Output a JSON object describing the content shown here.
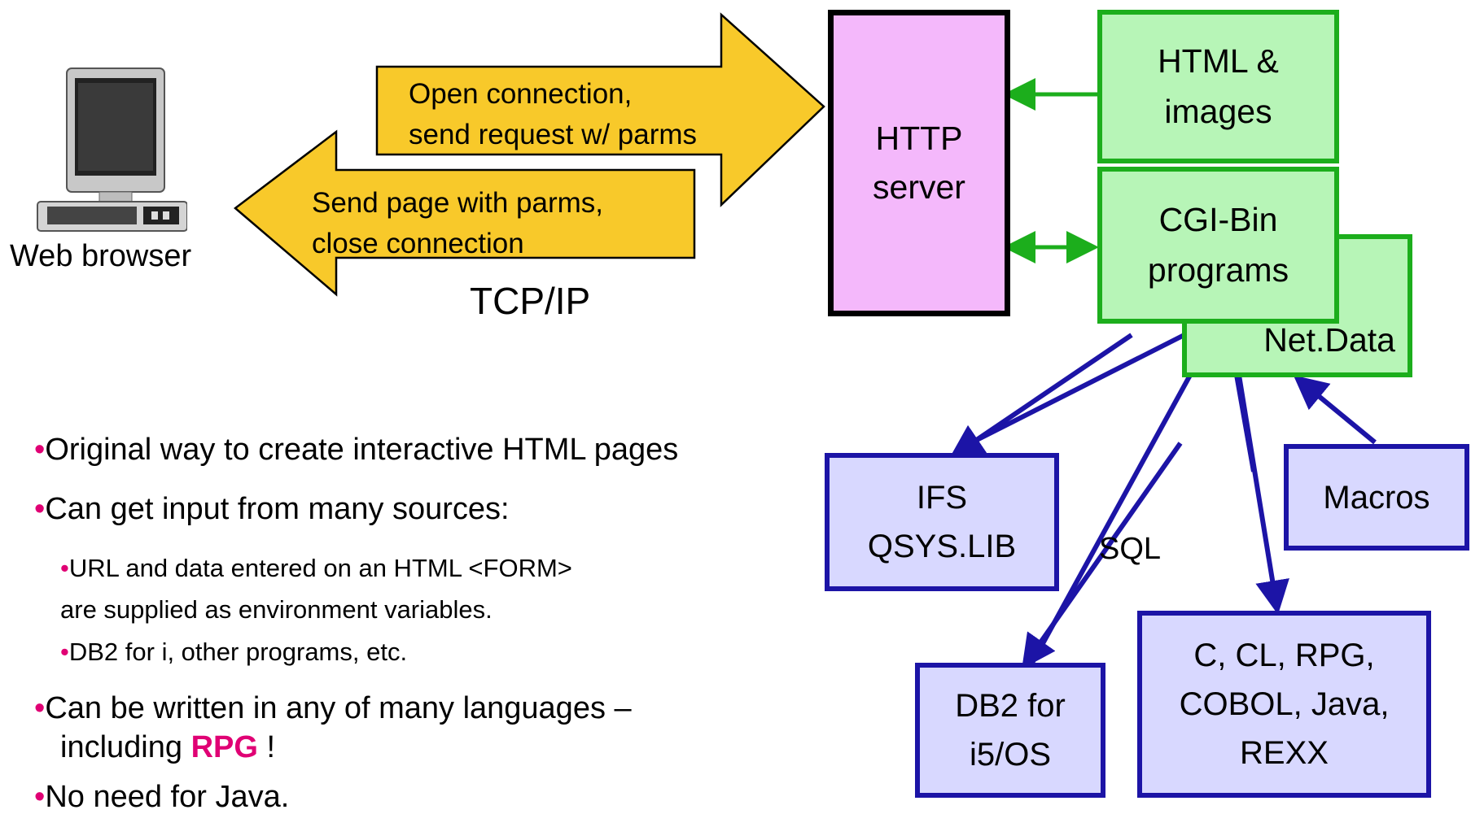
{
  "colors": {
    "arrow_fill": "#f8c92a",
    "http_fill": "#f4b8fb",
    "green_fill": "#b7f5b7",
    "green_border": "#1cae1c",
    "blue_fill": "#d8d8ff",
    "blue_border": "#1c14a6",
    "accent": "#e00074"
  },
  "client": {
    "label": "Web browser",
    "icon": "computer-icon"
  },
  "arrows": {
    "request": {
      "line1": "Open connection,",
      "line2": "send request w/ parms"
    },
    "response": {
      "line1": "Send page with parms,",
      "line2": "close connection"
    },
    "protocol": "TCP/IP"
  },
  "boxes": {
    "http_server": {
      "line1": "HTTP",
      "line2": "server"
    },
    "html_images": {
      "line1": "HTML &",
      "line2": "images"
    },
    "cgi_bin": {
      "line1": "CGI-Bin",
      "line2": "programs"
    },
    "net_data": "Net.Data",
    "ifs": {
      "line1": "IFS",
      "line2": "QSYS.LIB"
    },
    "macros": "Macros",
    "db2": {
      "line1": "DB2 for",
      "line2": "i5/OS"
    },
    "languages": {
      "line1": "C, CL, RPG,",
      "line2": "COBOL, Java,",
      "line3": "REXX"
    },
    "sql_label": "SQL"
  },
  "bullets": {
    "b1": "Original way to create interactive HTML pages",
    "b2": "Can get input from many sources:",
    "b2a_line1": "URL and data entered on an HTML <FORM>",
    "b2a_line2": "are supplied as environment variables.",
    "b2b": "DB2 for i, other programs, etc.",
    "b3_line1": "Can be written in any of many languages –",
    "b3_line2_pre": "including",
    "b3_line2_em": "RPG",
    "b3_line2_post": "!",
    "b4": "No need for Java.",
    "marker": "•"
  }
}
